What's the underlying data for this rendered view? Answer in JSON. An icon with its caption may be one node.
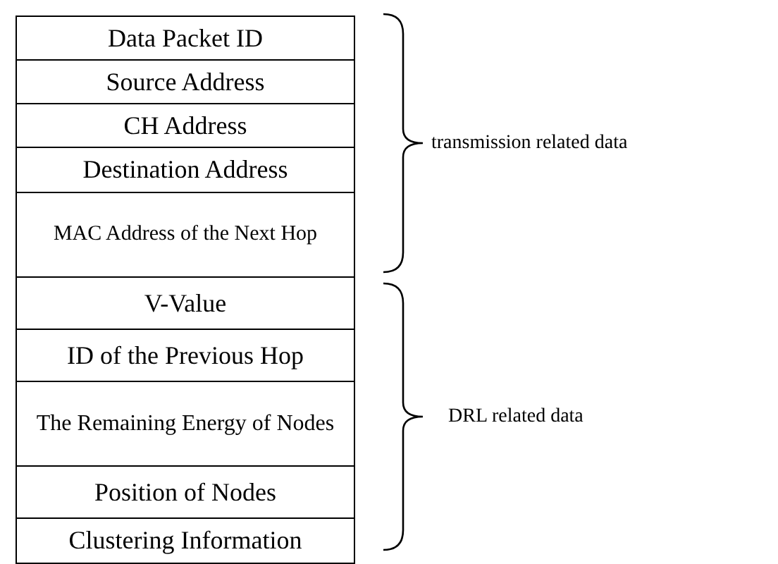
{
  "diagram": {
    "nodes": [
      {
        "text": [
          "Data Packet ID"
        ]
      },
      {
        "text": [
          "Source Address"
        ]
      },
      {
        "text": [
          "CH Address"
        ]
      },
      {
        "text": [
          "Destination Address"
        ]
      },
      {
        "text": [
          "MAC Address of the Next Hop"
        ]
      },
      {
        "text": [
          "V-Value"
        ]
      },
      {
        "text": [
          "ID of the Previous Hop"
        ]
      },
      {
        "text": [
          "The Remaining Energy of Nodes"
        ]
      },
      {
        "text": [
          "Position of Nodes"
        ]
      },
      {
        "text": [
          "Clustering Information"
        ]
      }
    ],
    "labels": [
      "transmission related data",
      "DRL related data"
    ]
  }
}
